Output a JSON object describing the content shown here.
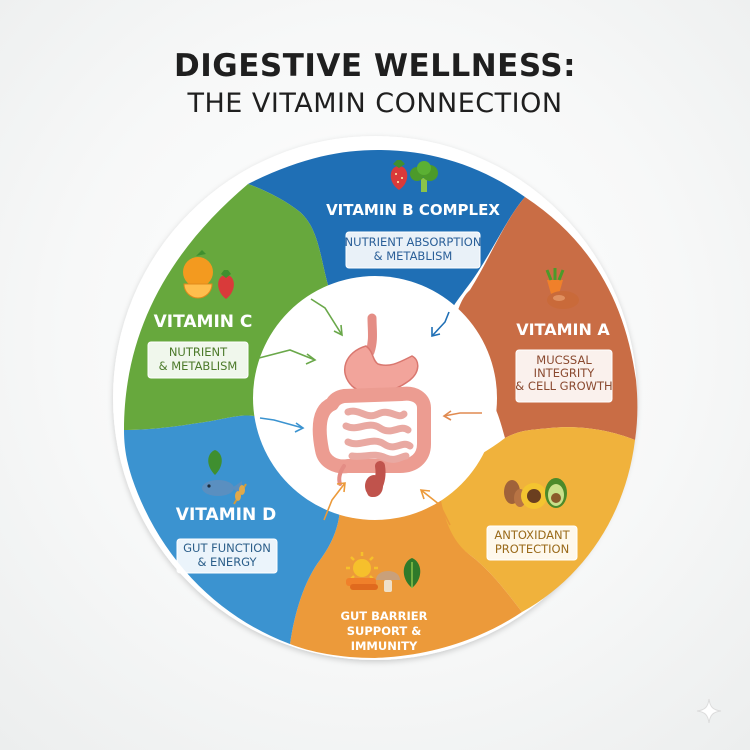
{
  "title": {
    "line1": "DIGESTIVE WELLNESS:",
    "line2": "THE VITAMIN CONNECTION"
  },
  "segments": [
    {
      "id": "vitamin-b",
      "name": "VITAMIN B COMPLEX",
      "desc_lines": [
        "NUTRIENT ABSORPTION",
        "& METABLISM"
      ],
      "color": "#1f6fb5",
      "foods": [
        "strawberry-icon",
        "broccoli-icon"
      ]
    },
    {
      "id": "vitamin-a",
      "name": "VITAMIN A",
      "desc_lines": [
        "MUCSSAL",
        "INTEGRITY",
        "& CELL GROWTH"
      ],
      "color": "#c96d45",
      "foods": [
        "carrot-icon",
        "sweet-potato-icon"
      ]
    },
    {
      "id": "vitamin-e",
      "name": "",
      "desc_lines": [
        "ANTOXIDANT",
        "PROTECTION"
      ],
      "color": "#f0b23c",
      "foods": [
        "sunflower-icon",
        "avocado-icon",
        "nuts-icon"
      ]
    },
    {
      "id": "vitamin-gut",
      "name": "",
      "desc_lines": [
        "GUT BARRIER",
        "SUPPORT &",
        "IMMUNITY"
      ],
      "color": "#ec9a3a",
      "foods": [
        "sun-icon",
        "mushroom-icon",
        "spinach-icon"
      ]
    },
    {
      "id": "vitamin-d",
      "name": "VITAMIN D",
      "desc_lines": [
        "GUT FUNCTION",
        "& ENERGY"
      ],
      "color": "#3b93d0",
      "foods": [
        "fish-icon",
        "grain-icon",
        "leaf-icon"
      ]
    },
    {
      "id": "vitamin-c",
      "name": "VITAMIN C",
      "desc_lines": [
        "NUTRIENT",
        "& METABLISM"
      ],
      "color": "#67a83d",
      "foods": [
        "orange-icon",
        "strawberry-icon"
      ]
    }
  ],
  "center_icon": "digestive-system-icon",
  "corner_icon": "sparkle-icon"
}
